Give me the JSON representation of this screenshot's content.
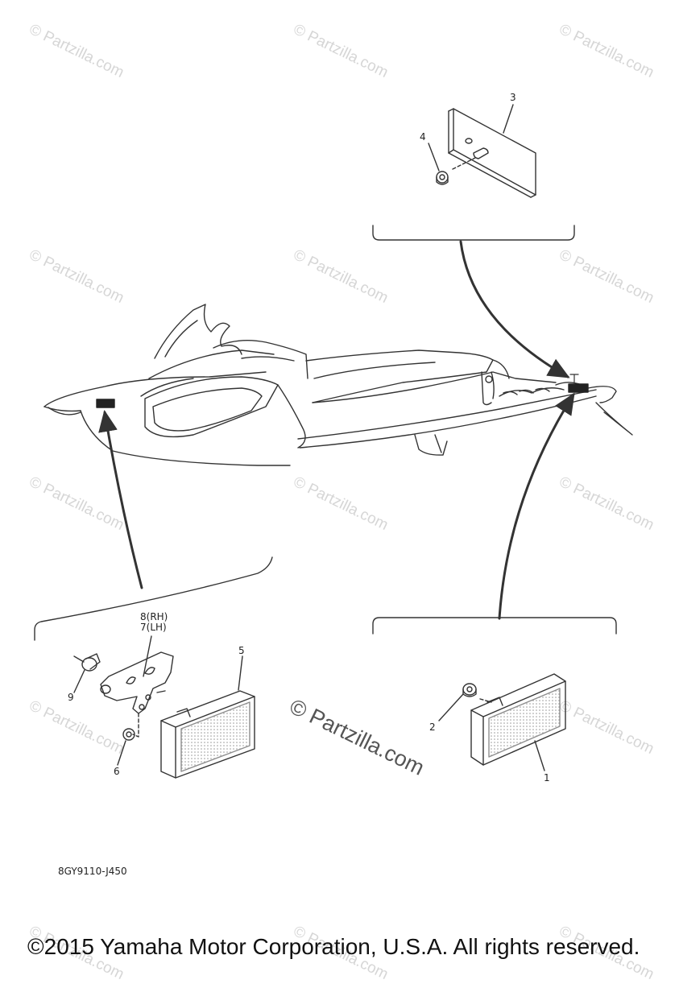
{
  "watermark": {
    "text": "© Partzilla.com",
    "color": "#d6d6d6",
    "big_color": "#555555"
  },
  "callouts": {
    "c1": "1",
    "c2": "2",
    "c3": "3",
    "c4": "4",
    "c5": "5",
    "c6": "6",
    "c8": "8(RH)",
    "c7": "7(LH)",
    "c9": "9"
  },
  "drawing_code": "8GY9110-J450",
  "copyright": "©2015 Yamaha Motor Corporation, U.S.A. All rights reserved."
}
